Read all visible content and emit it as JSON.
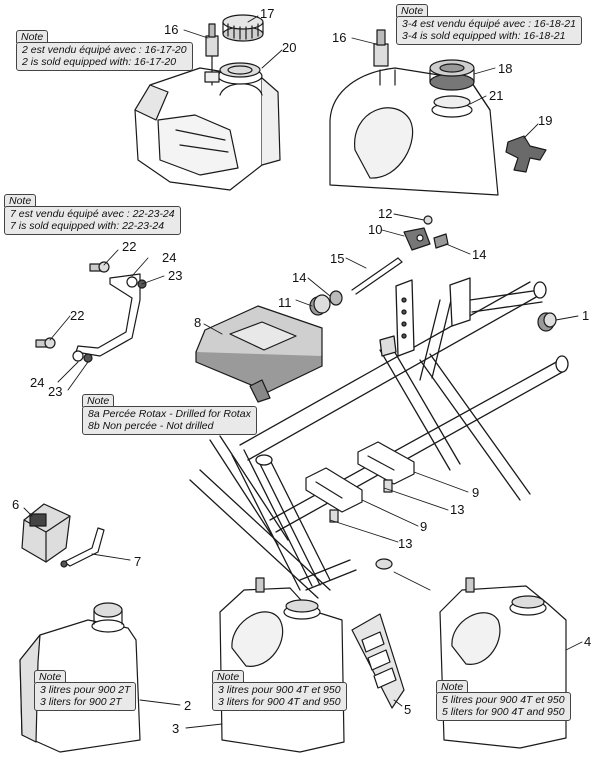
{
  "colors": {
    "line": "#1a1a1a",
    "body": "#ffffff",
    "shade": "#d9d9d9",
    "dark": "#4a4a4a",
    "note_bg": "#e9e9e9"
  },
  "notes": [
    {
      "id": "note-16-17-20",
      "tab": "Note",
      "lines": [
        "2 est vendu équipé avec : 16-17-20",
        "2 is sold equipped with: 16-17-20"
      ]
    },
    {
      "id": "note-16-18-21",
      "tab": "Note",
      "lines": [
        "3-4 est vendu équipé avec : 16-18-21",
        "3-4 is sold equipped with: 16-18-21"
      ]
    },
    {
      "id": "note-22-23-24",
      "tab": "Note",
      "lines": [
        "7 est vendu équipé avec : 22-23-24",
        "7 is sold equipped with: 22-23-24"
      ]
    },
    {
      "id": "note-rotax",
      "tab": "Note",
      "lines": [
        "8a Percée Rotax - Drilled for Rotax",
        "8b Non percée - Not drilled"
      ]
    },
    {
      "id": "note-3-litres",
      "tab": "Note",
      "lines": [
        "3 litres pour 900 2T",
        "3 liters for 900 2T"
      ]
    },
    {
      "id": "note-900-4t",
      "tab": "Note",
      "lines": [
        "3 litres pour 900 4T et 950",
        "3 liters for 900 4T and 950"
      ]
    },
    {
      "id": "note-5-litres",
      "tab": "Note",
      "lines": [
        "5 litres pour 900 4T et 950",
        "5 liters for 900 4T and 950"
      ]
    }
  ],
  "part_numbers": [
    "16",
    "17",
    "20",
    "16",
    "18",
    "21",
    "19",
    "22",
    "24",
    "23",
    "22",
    "24",
    "23",
    "12",
    "10",
    "14",
    "15",
    "14",
    "11",
    "8",
    "1",
    "6",
    "7",
    "9",
    "13",
    "9",
    "13",
    "2",
    "3",
    "5",
    "4"
  ]
}
